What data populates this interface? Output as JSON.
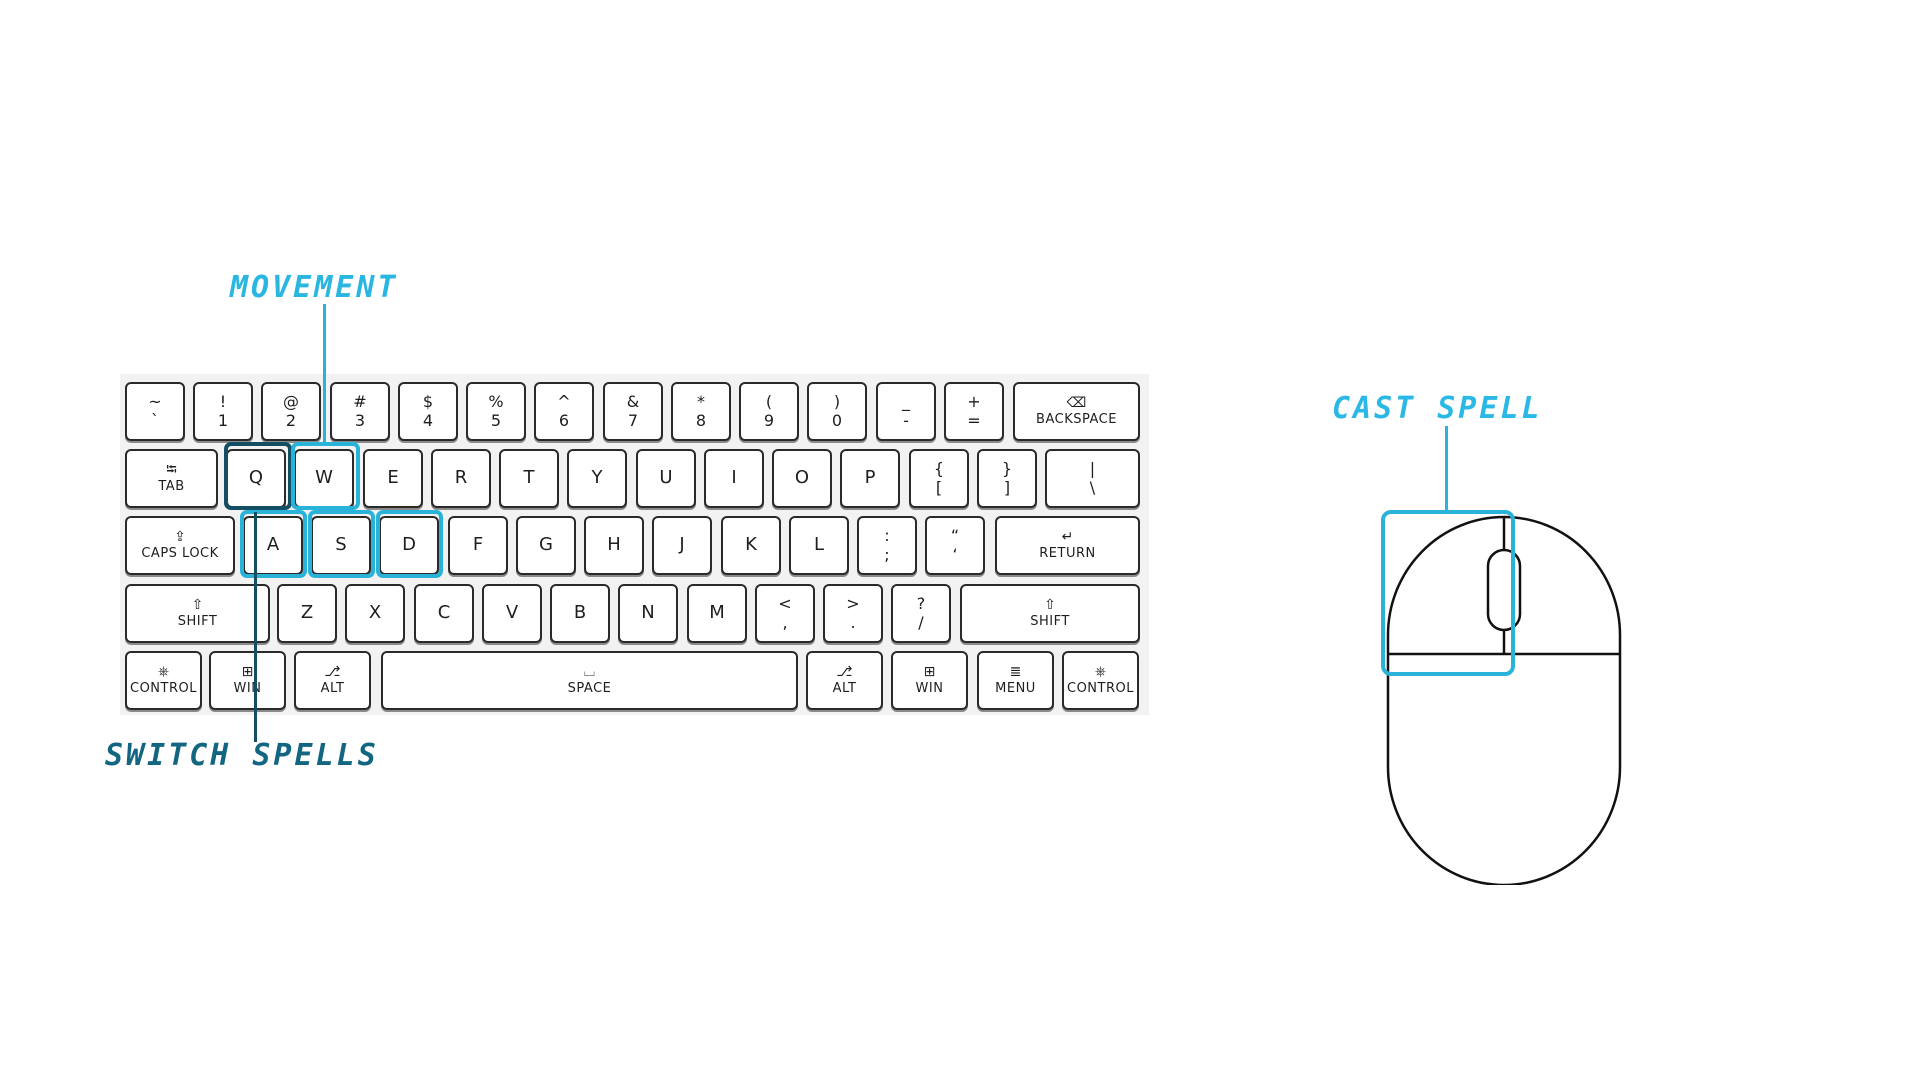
{
  "colors": {
    "highlight": "#2ab3d9",
    "highlight_dark": "#134e63",
    "movement_text": "#29b6e0",
    "switch_text": "#126682",
    "cast_text": "#2ab8e6"
  },
  "callouts": {
    "movement": "MOVEMENT",
    "switch_spells": "SWITCH SPELLS",
    "cast_spell": "CAST SPELL"
  },
  "keyboard": {
    "row1": [
      {
        "top": "~",
        "bottom": "`"
      },
      {
        "top": "!",
        "bottom": "1"
      },
      {
        "top": "@",
        "bottom": "2"
      },
      {
        "top": "#",
        "bottom": "3"
      },
      {
        "top": "$",
        "bottom": "4"
      },
      {
        "top": "%",
        "bottom": "5"
      },
      {
        "top": "^",
        "bottom": "6"
      },
      {
        "top": "&",
        "bottom": "7"
      },
      {
        "top": "*",
        "bottom": "8"
      },
      {
        "top": "(",
        "bottom": "9"
      },
      {
        "top": ")",
        "bottom": "0"
      },
      {
        "top": "_",
        "bottom": "-"
      },
      {
        "top": "+",
        "bottom": "="
      },
      {
        "glyph": "⌫",
        "label": "BACKSPACE"
      }
    ],
    "row2": [
      {
        "glyph": "⭾",
        "label": "TAB"
      },
      {
        "single": "Q"
      },
      {
        "single": "W"
      },
      {
        "single": "E"
      },
      {
        "single": "R"
      },
      {
        "single": "T"
      },
      {
        "single": "Y"
      },
      {
        "single": "U"
      },
      {
        "single": "I"
      },
      {
        "single": "O"
      },
      {
        "single": "P"
      },
      {
        "top": "{",
        "bottom": "["
      },
      {
        "top": "}",
        "bottom": "]"
      },
      {
        "top": "|",
        "bottom": "\\"
      }
    ],
    "row3": [
      {
        "glyph": "⇪",
        "label": "CAPS LOCK"
      },
      {
        "single": "A"
      },
      {
        "single": "S"
      },
      {
        "single": "D"
      },
      {
        "single": "F"
      },
      {
        "single": "G"
      },
      {
        "single": "H"
      },
      {
        "single": "J"
      },
      {
        "single": "K"
      },
      {
        "single": "L"
      },
      {
        "top": ":",
        "bottom": ";"
      },
      {
        "top": "“",
        "bottom": "‘"
      },
      {
        "glyph": "↵",
        "label": "RETURN"
      }
    ],
    "row4": [
      {
        "glyph": "⇧",
        "label": "SHIFT"
      },
      {
        "single": "Z"
      },
      {
        "single": "X"
      },
      {
        "single": "C"
      },
      {
        "single": "V"
      },
      {
        "single": "B"
      },
      {
        "single": "N"
      },
      {
        "single": "M"
      },
      {
        "top": "<",
        "bottom": ","
      },
      {
        "top": ">",
        "bottom": "."
      },
      {
        "top": "?",
        "bottom": "/"
      },
      {
        "glyph": "⇧",
        "label": "SHIFT"
      }
    ],
    "row5": [
      {
        "glyph": "⎈",
        "label": "CONTROL"
      },
      {
        "glyph": "⊞",
        "label": "WIN"
      },
      {
        "glyph": "⎇",
        "label": "ALT"
      },
      {
        "glyph": "⌴",
        "label": "SPACE"
      },
      {
        "glyph": "⎇",
        "label": "ALT"
      },
      {
        "glyph": "⊞",
        "label": "WIN"
      },
      {
        "glyph": "≣",
        "label": "MENU"
      },
      {
        "glyph": "⎈",
        "label": "CONTROL"
      }
    ]
  },
  "highlighted_keys": {
    "movement": [
      "W",
      "A",
      "S",
      "D"
    ],
    "switch_spells": [
      "Q"
    ],
    "cast_spell": "left-mouse-button"
  }
}
